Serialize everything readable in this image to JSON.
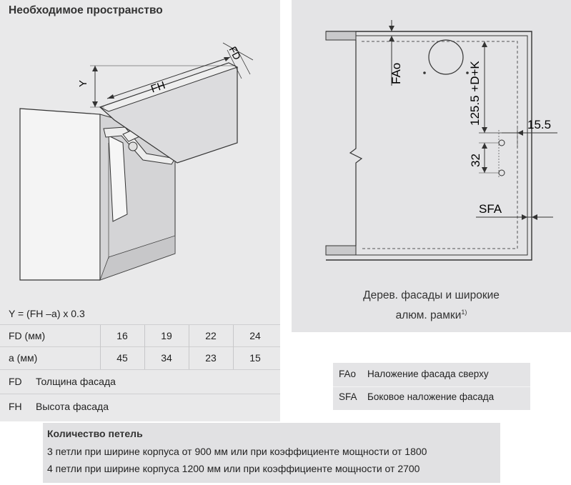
{
  "left": {
    "title": "Необходимое пространство",
    "diagram_labels": {
      "y": "Y",
      "fh": "FH",
      "fd": "FD"
    },
    "formula": "Y = (FH –a) x 0.3",
    "table": {
      "rows": [
        {
          "label": "FD (мм)",
          "values": [
            "16",
            "19",
            "22",
            "24"
          ]
        },
        {
          "label": "a    (мм)",
          "values": [
            "45",
            "34",
            "23",
            "15"
          ]
        }
      ]
    },
    "definitions": [
      {
        "abbr": "FD",
        "text": "Толщина фасада"
      },
      {
        "abbr": "FH",
        "text": "Высота фасада"
      }
    ]
  },
  "right": {
    "labels": {
      "fao": "FAo",
      "dim_125": "125.5 +D+K",
      "dim_15": "15.5",
      "dim_32": "32",
      "sfa": "SFA"
    },
    "caption_line1": "Дерев. фасады и широкие",
    "caption_line2": "алюм. рамки",
    "caption_note": "1)"
  },
  "legend": [
    {
      "abbr": "FAo",
      "text": "Наложение фасада сверху"
    },
    {
      "abbr": "SFA",
      "text": "Боковое наложение фасада"
    }
  ],
  "hinges": {
    "title": "Количество петель",
    "line1": "3 петли при ширине корпуса от 900 мм или при коэффициенте мощности от 1800",
    "line2": "4 петли при ширине корпуса 1200 мм или при коэффициенте мощности от 2700"
  }
}
